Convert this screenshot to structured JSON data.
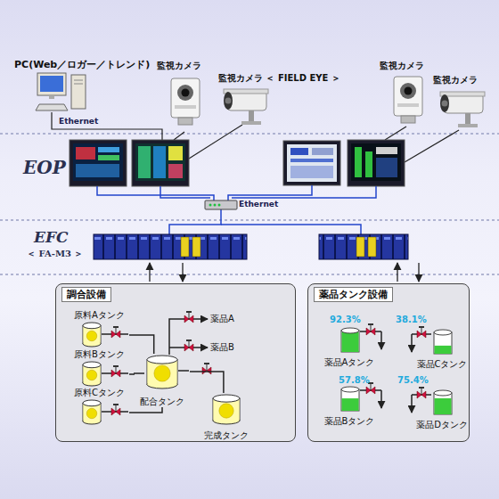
{
  "diagram": {
    "nodes": [
      {
        "text": [
          "PC(Web／ロガー／トレンド)"
        ]
      },
      {
        "text": [
          "監視カメラ"
        ]
      },
      {
        "text": [
          "監視カメラ ＜ FIELD EYE ＞"
        ]
      },
      {
        "text": [
          "監視カメラ"
        ]
      },
      {
        "text": [
          "監視カメラ"
        ]
      },
      {
        "text": [
          "調合設備"
        ]
      },
      {
        "text": [
          "原料Aタンク"
        ],
        "in": 5
      },
      {
        "text": [
          "原料Bタンク"
        ],
        "in": 5
      },
      {
        "text": [
          "原料Cタンク"
        ],
        "in": 5
      },
      {
        "text": [
          "配合タンク"
        ],
        "in": 5
      },
      {
        "text": [
          "完成タンク"
        ],
        "in": 5
      },
      {
        "text": [
          "薬品タンク設備"
        ]
      },
      {
        "text": [
          "薬品Aタンク"
        ],
        "in": 11
      },
      {
        "text": [
          "薬品Cタンク"
        ],
        "in": 11
      },
      {
        "text": [
          "薬品Bタンク"
        ],
        "in": 11
      },
      {
        "text": [
          "薬品Dタンク"
        ],
        "in": 11
      }
    ],
    "edges": [
      {
        "from": 6,
        "to": 9,
        "arrow": "none"
      },
      {
        "from": 7,
        "to": 9,
        "arrow": "none"
      },
      {
        "from": 8,
        "to": 9,
        "arrow": "none"
      },
      {
        "from": 9,
        "to": 10,
        "arrow": "none"
      }
    ],
    "labels": [
      "Ethernet",
      "EOP",
      "Ethernet",
      "EFC",
      "＜ FA-M3 ＞",
      "薬品A",
      "薬品B",
      "92.3%",
      "38.1%",
      "57.8%",
      "75.4%"
    ]
  }
}
